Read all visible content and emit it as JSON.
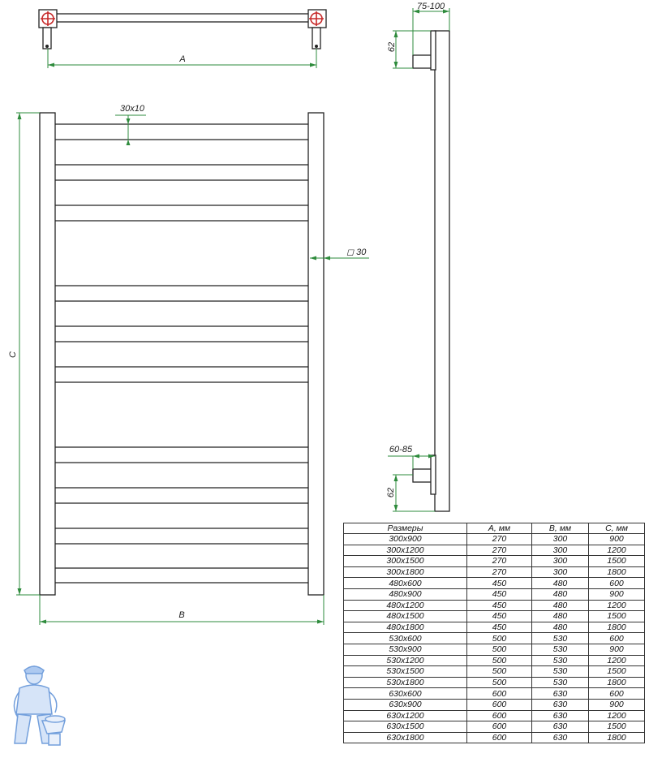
{
  "dimensions": {
    "a": "A",
    "b": "B",
    "c": "C",
    "rung_section": "30x10",
    "upright_section": "◻ 30",
    "wall_offset_top": "75-100",
    "wall_offset_bottom": "60-85",
    "mount_height_top": "62",
    "mount_height_bottom": "62"
  },
  "table": {
    "headers": [
      "Размеры",
      "А, мм",
      "В, мм",
      "С, мм"
    ],
    "rows": [
      [
        "300x900",
        "270",
        "300",
        "900"
      ],
      [
        "300x1200",
        "270",
        "300",
        "1200"
      ],
      [
        "300x1500",
        "270",
        "300",
        "1500"
      ],
      [
        "300x1800",
        "270",
        "300",
        "1800"
      ],
      [
        "480x600",
        "450",
        "480",
        "600"
      ],
      [
        "480x900",
        "450",
        "480",
        "900"
      ],
      [
        "480x1200",
        "450",
        "480",
        "1200"
      ],
      [
        "480x1500",
        "450",
        "480",
        "1500"
      ],
      [
        "480x1800",
        "450",
        "480",
        "1800"
      ],
      [
        "530x600",
        "500",
        "530",
        "600"
      ],
      [
        "530x900",
        "500",
        "530",
        "900"
      ],
      [
        "530x1200",
        "500",
        "530",
        "1200"
      ],
      [
        "530x1500",
        "500",
        "530",
        "1500"
      ],
      [
        "530x1800",
        "500",
        "530",
        "1800"
      ],
      [
        "630x600",
        "600",
        "630",
        "600"
      ],
      [
        "630x900",
        "600",
        "630",
        "900"
      ],
      [
        "630x1200",
        "600",
        "630",
        "1200"
      ],
      [
        "630x1500",
        "600",
        "630",
        "1500"
      ],
      [
        "630x1800",
        "600",
        "630",
        "1800"
      ]
    ]
  },
  "colors": {
    "dimension_line": "#2e8b3c",
    "outline": "#222222",
    "connection_marker": "#c62828",
    "watermark": "#5b8fd6"
  },
  "icons": {
    "watermark": "plumber-mascot-icon"
  }
}
